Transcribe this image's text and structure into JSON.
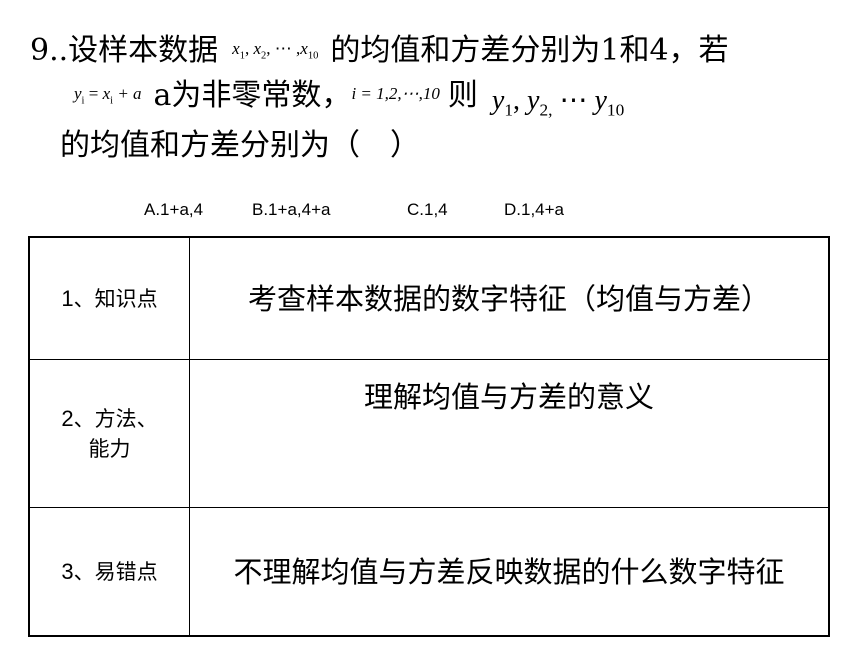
{
  "question": {
    "line1": {
      "prefix": "9..设样本数据",
      "math": {
        "x1": "x",
        "s1": "1",
        "x2": "x",
        "s2": "2",
        "dots": ", ⋯ ,",
        "x10": "x",
        "s10": "10"
      },
      "suffix": "的均值和方差分别为1和4，若"
    },
    "line2": {
      "math_y": "y",
      "math_i": "i",
      "math_eq": " = ",
      "math_x": "x",
      "math_xi": "i",
      "math_plus_a": " + a",
      "text_a": "a为非零常数，",
      "math_index": "i = 1,2,⋯,10",
      "text_then": "则",
      "ys": {
        "y1": "y",
        "s1": "1",
        "y2": "y",
        "s2": "2,",
        "dots": "⋯",
        "y10": "y",
        "s10": "10"
      }
    },
    "line3": "的均值和方差分别为（　）"
  },
  "options": [
    "A.1+a,4",
    "B.1+a,4+a",
    "C.1,4",
    "D.1,4+a"
  ],
  "table": [
    {
      "label_num": "1",
      "label_text": "、知识点",
      "label_text2": "",
      "content": "考查样本数据的数字特征（均值与方差）"
    },
    {
      "label_num": "2",
      "label_text": "、方法、",
      "label_text2": "能力",
      "content": "理解均值与方差的意义"
    },
    {
      "label_num": "3",
      "label_text": "、易错点",
      "label_text2": "",
      "content": "不理解均值与方差反映数据的什么数字特征"
    }
  ]
}
